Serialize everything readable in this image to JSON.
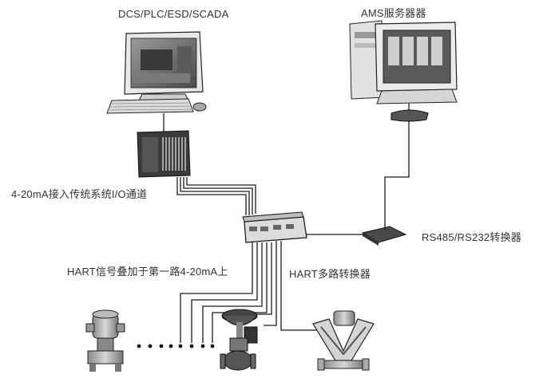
{
  "labels": {
    "dcs_workstation": "DCS/PLC/ESD/SCADA",
    "ams_server": "AMS服务器器",
    "io_channel": "4-20mA接入传统系统I/O通道",
    "rs485_converter": "RS485/RS232转换器",
    "hart_overlay": "HART信号叠加于第一路4-20mA上",
    "hart_mux": "HART多路转换器"
  },
  "icons": [
    "dcs-workstation-icon",
    "io-rack-icon",
    "ams-server-icon",
    "serial-adapter-icon",
    "rs485-converter-icon",
    "hart-multiplexer-icon",
    "pressure-transmitter-icon",
    "control-valve-icon",
    "flowmeter-icon"
  ],
  "colors": {
    "line": "#1a1a1a",
    "device": "#555555",
    "screen": "#6a6a6a"
  }
}
